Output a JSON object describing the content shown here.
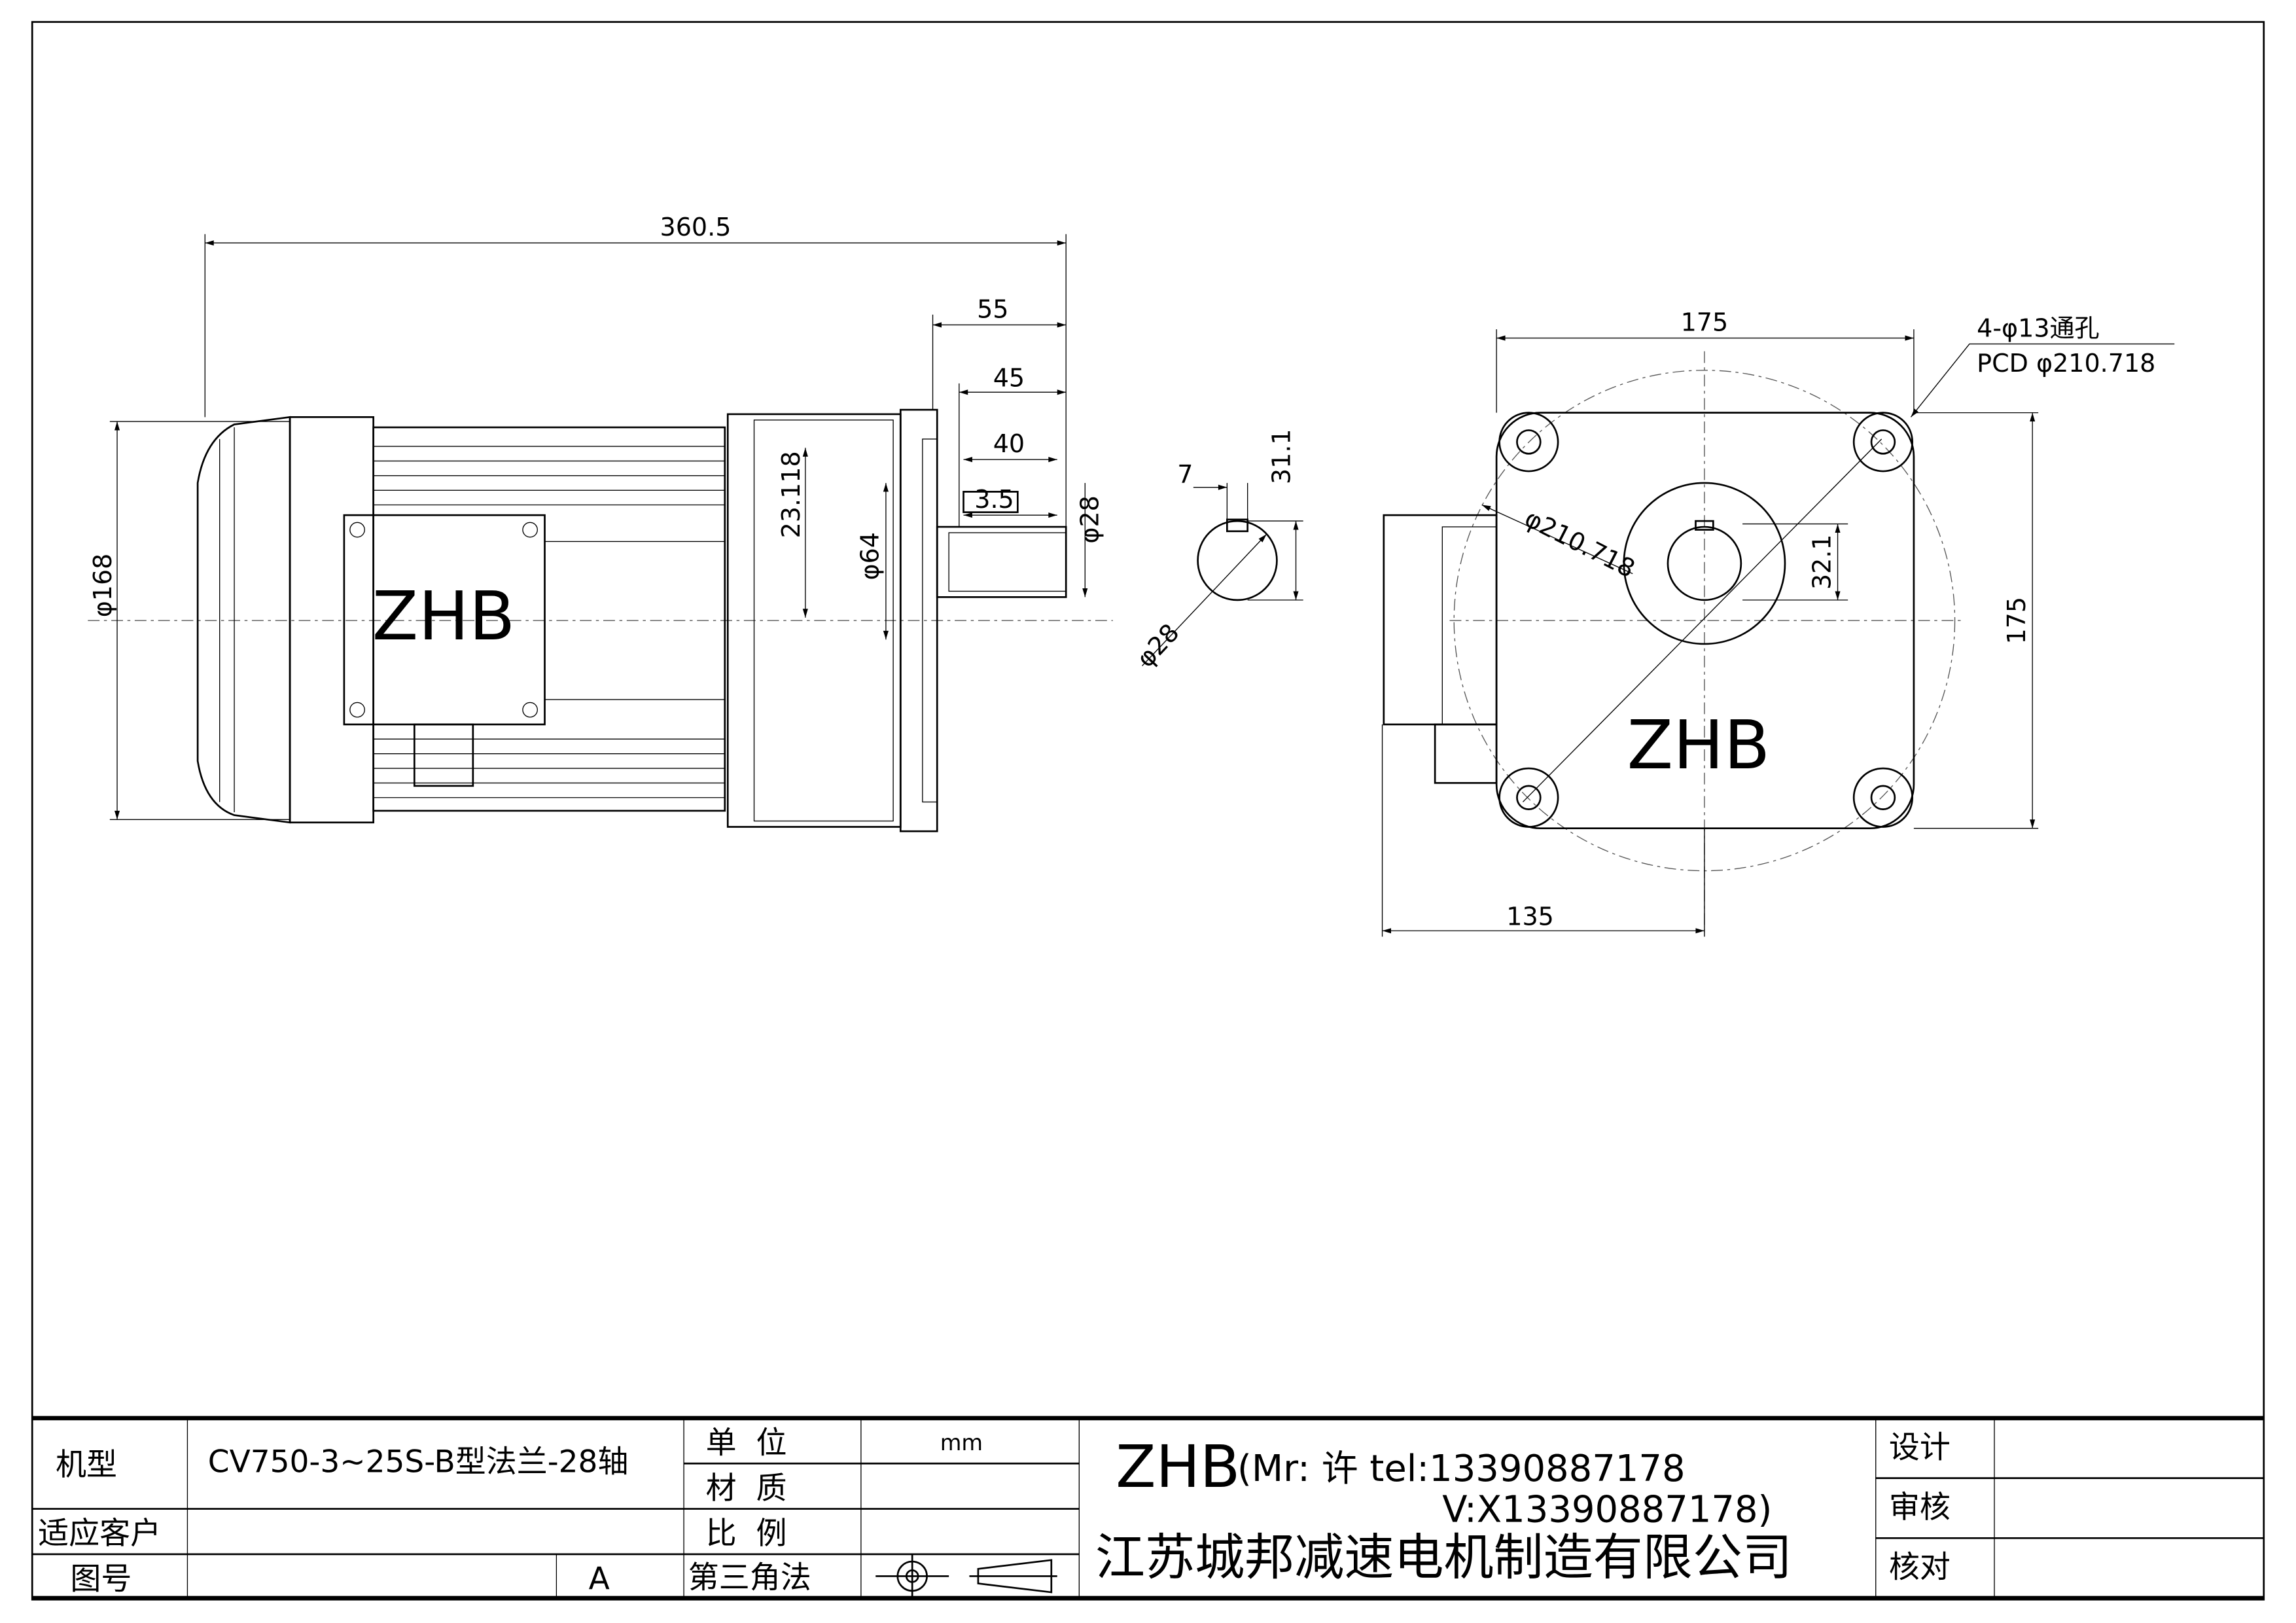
{
  "dimensions": {
    "overall_length": "360.5",
    "d55": "55",
    "d45": "45",
    "d40": "40",
    "d3_5": "3.5",
    "shaft_dia": "φ28",
    "d23_118": "23.118",
    "spigot_dia": "φ64",
    "motor_dia": "φ168",
    "key_width": "7",
    "key_height": "31.1",
    "section_dia": "φ28",
    "flange_width": "175",
    "flange_height": "175",
    "hole_note": "4-φ13通孔",
    "pcd_note": "PCD  φ210.718",
    "pcd_dia": "φ210.718",
    "key_depth": "32.1",
    "offset": "135"
  },
  "logo_side": "ZHB",
  "logo_front": "ZHB",
  "title_block": {
    "model_label": "机型",
    "model_value": "CV750-3~25S-B型法兰-28轴",
    "customer_label": "适应客户",
    "drawing_no_label": "图号",
    "revision": "A",
    "unit_label": "单  位",
    "unit_value": "mm",
    "material_label": "材  质",
    "scale_label": "比  例",
    "projection_label": "第三角法",
    "company_brand": "ZHB",
    "contact_line1": "(Mr: 许 tel:13390887178",
    "contact_line2": "V:X13390887178)",
    "company_name": "江苏城邦减速电机制造有限公司",
    "design_label": "设计",
    "review_label": "审核",
    "check_label": "核对"
  }
}
